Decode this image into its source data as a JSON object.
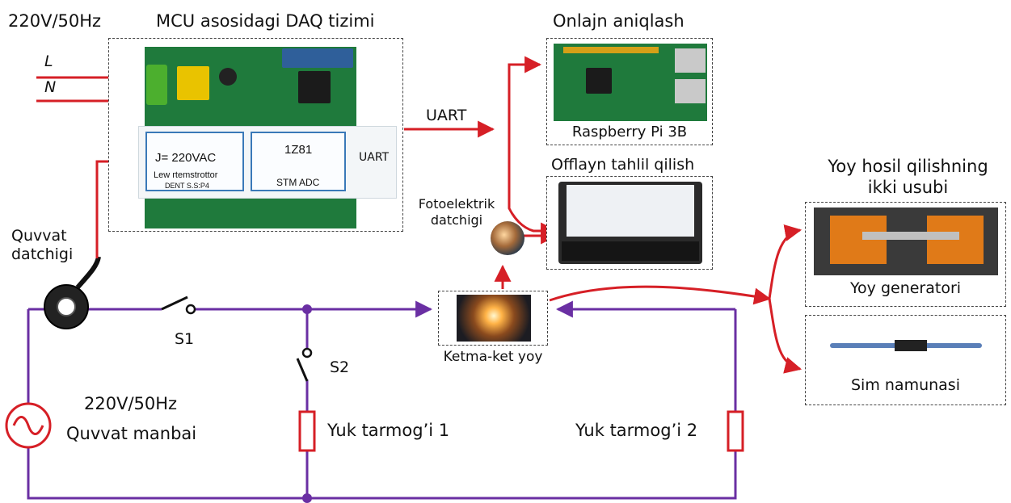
{
  "colors": {
    "signal": "#d61f26",
    "power": "#6a2fa3",
    "load": "#d61f26",
    "pcb": "#1f7a3c",
    "block_border": "#3a79b8"
  },
  "top_left": {
    "supply": "220V/50Hz",
    "L": "L",
    "N": "N"
  },
  "daq": {
    "title": "MCU asosidagi DAQ tizimi",
    "block1_line1": "J= 220VAC",
    "block1_line2": "Lew rtemstrottor",
    "block1_line3": "DENT S.S:P4",
    "block2_symbol": "1Z81",
    "block2_label": "STM ADC",
    "inner_uart": "UART"
  },
  "uart": "UART",
  "online": {
    "title": "Onlajn aniqlash",
    "caption": "Raspberry Pi 3B"
  },
  "offline": {
    "title": "Offlayn tahlil qilish"
  },
  "photo_sensor": {
    "line1": "Fotoelektrik",
    "line2": "datchigi"
  },
  "current_sensor": {
    "line1": "Quvvat",
    "line2": "datchigi"
  },
  "switches": {
    "s1": "S1",
    "s2": "S2"
  },
  "source": {
    "line1": "220V/50Hz",
    "line2": "Quvvat manbai"
  },
  "loads": {
    "load1": "Yuk tarmog’i 1",
    "load2": "Yuk tarmog’i 2"
  },
  "arc": {
    "caption": "Ketma-ket yoy"
  },
  "methods": {
    "title_line1": "Yoy hosil qilishning",
    "title_line2": "ikki usubi",
    "generator": "Yoy generatori",
    "sample": "Sim namunasi"
  }
}
